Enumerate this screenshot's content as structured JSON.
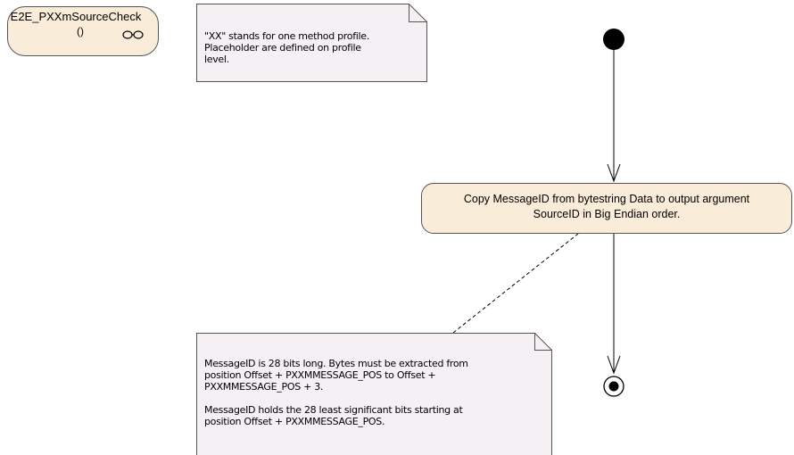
{
  "activity": {
    "name": "E2E_PXXmSourceCheck",
    "params": "()",
    "icon": "rake-icon"
  },
  "notes": {
    "note1": "\"XX\" stands for one method profile.\nPlaceholder are defined on profile\nlevel.",
    "note2": "MessageID is 28 bits long. Bytes must be extracted from\nposition Offset + PXXMMESSAGE_POS to Offset +\nPXXMMESSAGE_POS + 3.\n\nMessageID holds the 28 least significant bits starting at\nposition Offset + PXXMMESSAGE_POS."
  },
  "action": {
    "label": "Copy MessageID from bytestring Data to output argument\nSourceID in Big Endian order."
  },
  "colors": {
    "node_fill": "#f9ecd8",
    "note_fill": "#f4f0f4",
    "border": "#555555"
  }
}
